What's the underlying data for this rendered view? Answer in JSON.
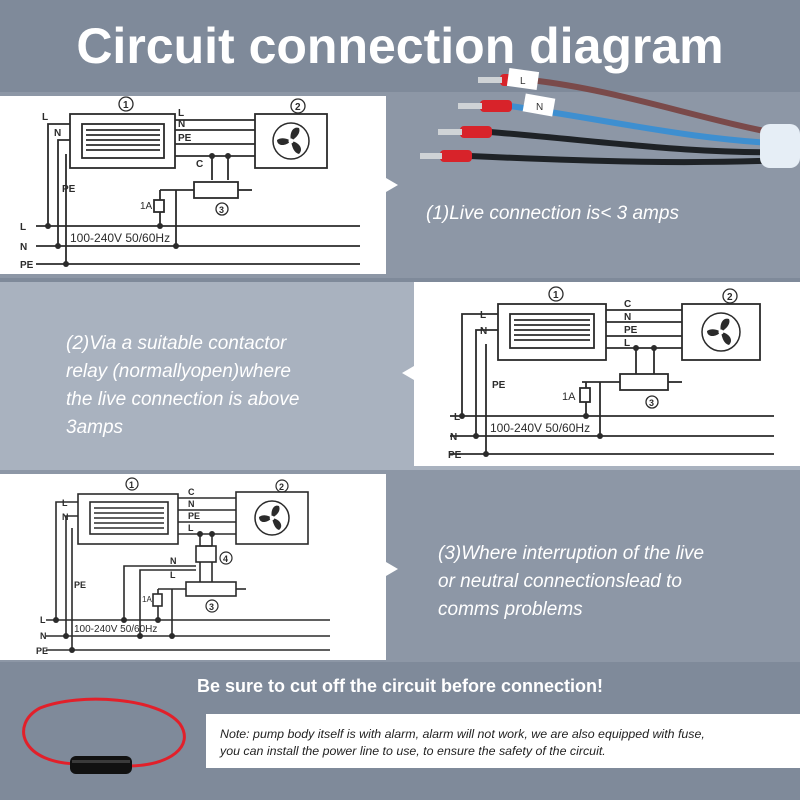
{
  "title": "Circuit connection diagram",
  "diagram": {
    "block_number": "1",
    "fan_number": "2",
    "relay_number": "3",
    "contactor_number": "4",
    "label_L": "L",
    "label_N": "N",
    "label_PE": "PE",
    "label_C": "C",
    "fuse_label": "1A",
    "supply_label": "100-240V  50/60Hz"
  },
  "wire_tags": [
    "L",
    "N"
  ],
  "captions": {
    "one": [
      "(1)Live connection is< 3 amps"
    ],
    "two": [
      "(2)Via a suitable contactor",
      "relay (normallyopen)where",
      "the live connection is above",
      "3amps"
    ],
    "three": [
      "(3)Where interruption of the live",
      "or neutral connectionslead to",
      "comms problems"
    ]
  },
  "warning": "Be sure to cut off the circuit before connection!",
  "note": [
    "Note: pump body itself is with alarm, alarm will not work, we are also equipped with fuse,",
    "you can install the power line to use, to ensure the safety of the circuit."
  ],
  "colors": {
    "background": "#7f8a9a",
    "band_light": "#a9b2bf",
    "wire_brown": "#7a4a4a",
    "wire_blue": "#3e8fd0",
    "wire_black": "#1e2226",
    "ferrule_red": "#d8232a",
    "fuse_wire": "#e2202a"
  }
}
